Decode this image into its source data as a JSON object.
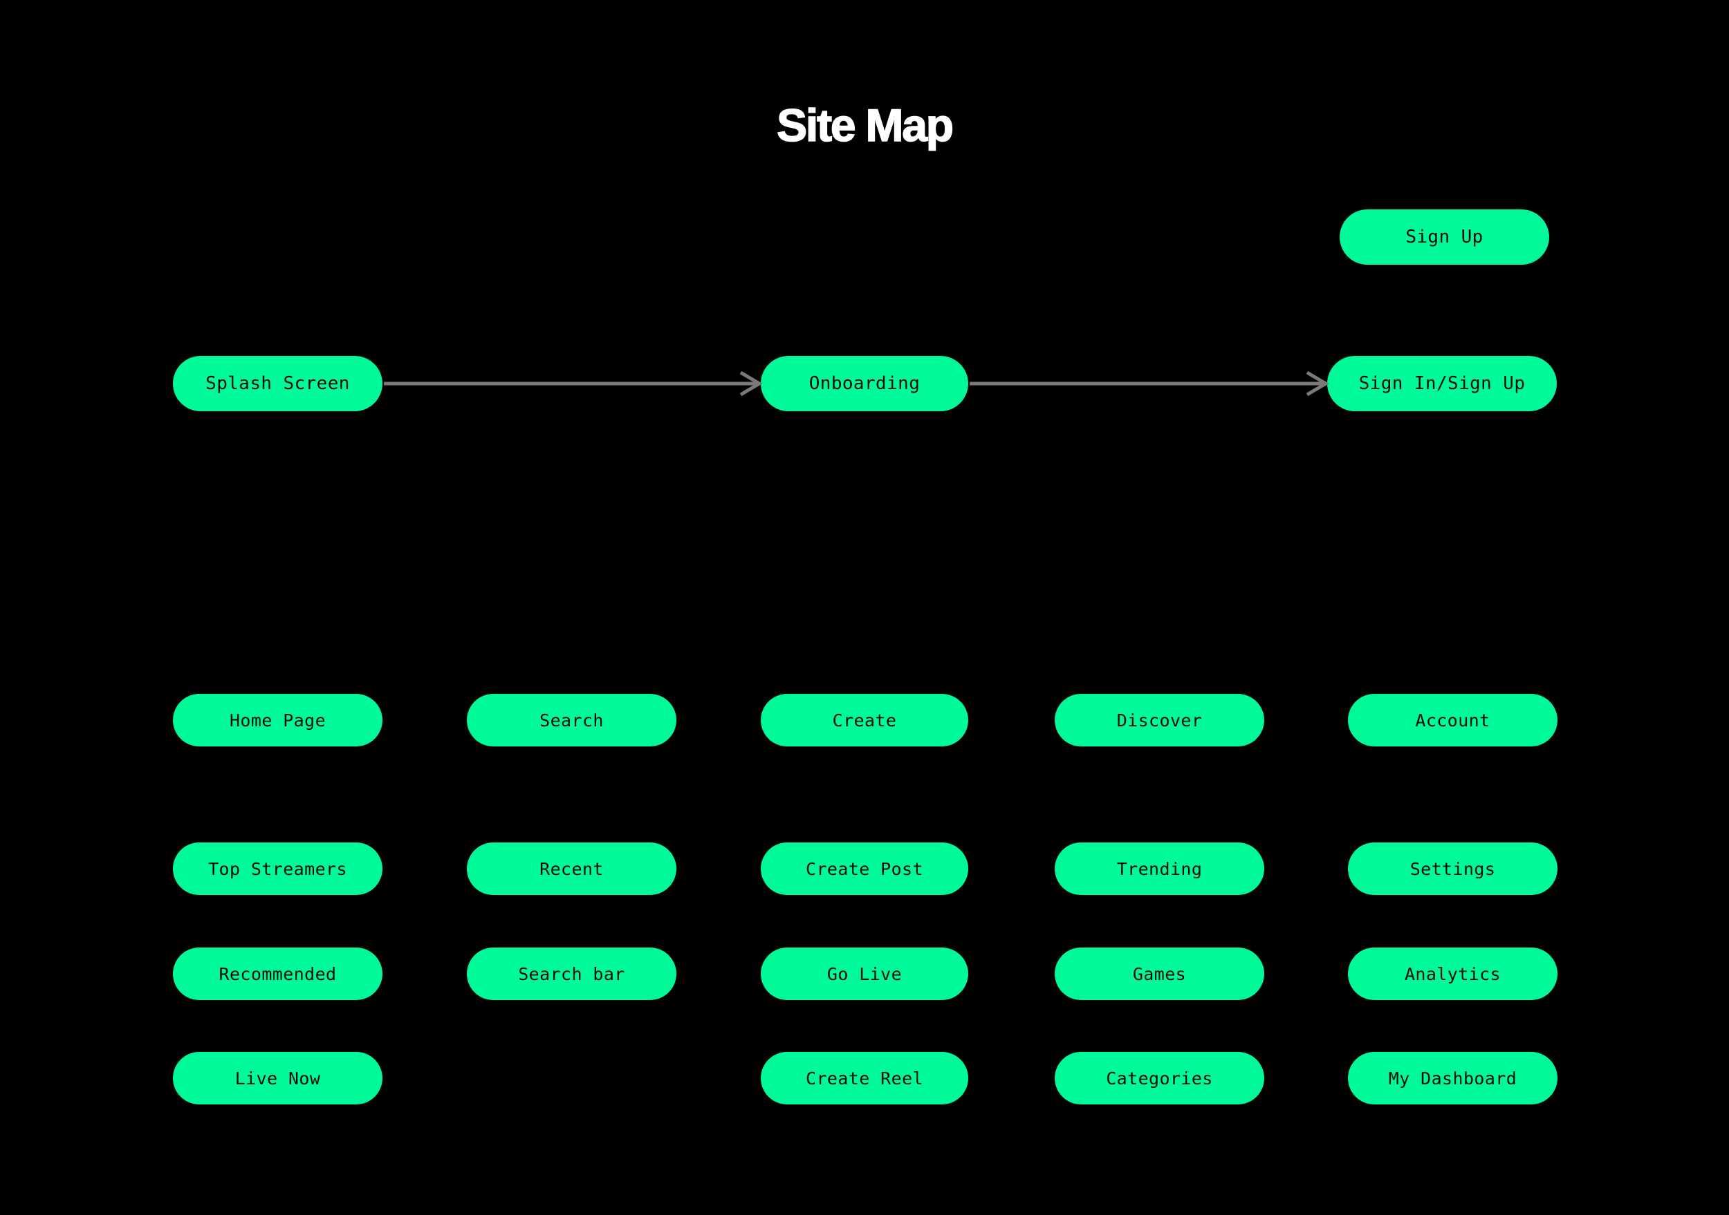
{
  "page": {
    "title": "Site Map",
    "background_color": "#000000",
    "node_color": "#00FA9A",
    "node_text_color": "#0C0C0C",
    "connector_color": "#7A7A7A",
    "title_color": "#FFFFFF"
  },
  "floating": {
    "sign_up": "Sign Up"
  },
  "flow": {
    "nodes": [
      {
        "label": "Splash Screen"
      },
      {
        "label": "Onboarding"
      },
      {
        "label": "Sign In/Sign Up"
      }
    ],
    "connectors": [
      {
        "from": "Splash Screen",
        "to": "Onboarding",
        "type": "arrow-right"
      },
      {
        "from": "Onboarding",
        "to": "Sign In/Sign Up",
        "type": "arrow-right"
      }
    ]
  },
  "grid": {
    "columns": [
      {
        "head": "Home Page",
        "items": [
          "Home Page",
          "Top Streamers",
          "Recommended",
          "Live Now"
        ]
      },
      {
        "head": "Search",
        "items": [
          "Search",
          "Recent",
          "Search bar"
        ]
      },
      {
        "head": "Create",
        "items": [
          "Create",
          "Create Post",
          "Go Live",
          "Create Reel"
        ]
      },
      {
        "head": "Discover",
        "items": [
          "Discover",
          "Trending",
          "Games",
          "Categories"
        ]
      },
      {
        "head": "Account",
        "items": [
          "Account",
          "Settings",
          "Analytics",
          "My Dashboard"
        ]
      }
    ]
  }
}
